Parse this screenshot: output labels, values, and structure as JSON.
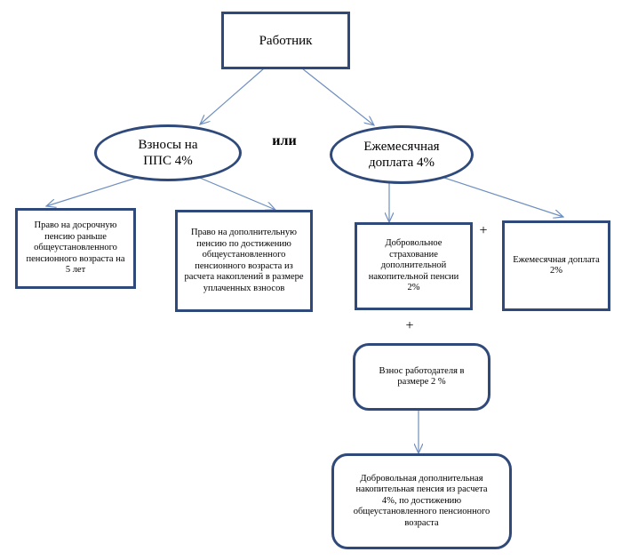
{
  "nodes": {
    "worker": "Работник",
    "pps_contributions": "Взносы на ППС 4%",
    "monthly_payment": "Ежемесячная доплата 4%",
    "early_pension": "Право на досрочную пенсию раньше общеустановленного пенсионного возраста на  5 лет",
    "additional_pension": "Право на дополнительную пенсию по достижению общеустановленного пенсионного возраста из расчета накоплений в размере уплаченных взносов",
    "voluntary_insurance": "Добровольное страхование дополнительной накопительной пенсии 2%",
    "monthly_payment_2": "Ежемесячная доплата 2%",
    "employer_contribution": "Взнос работодателя в размере 2 %",
    "voluntary_pension": "Добровольная дополнительная накопительная пенсия из расчета 4%,  по достижению общеустановленного пенсионного возраста"
  },
  "labels": {
    "or": "или",
    "plus_right": "+",
    "plus_below": "+"
  },
  "colors": {
    "border": "#2f4a7a",
    "arrow": "#6f8fbf"
  }
}
